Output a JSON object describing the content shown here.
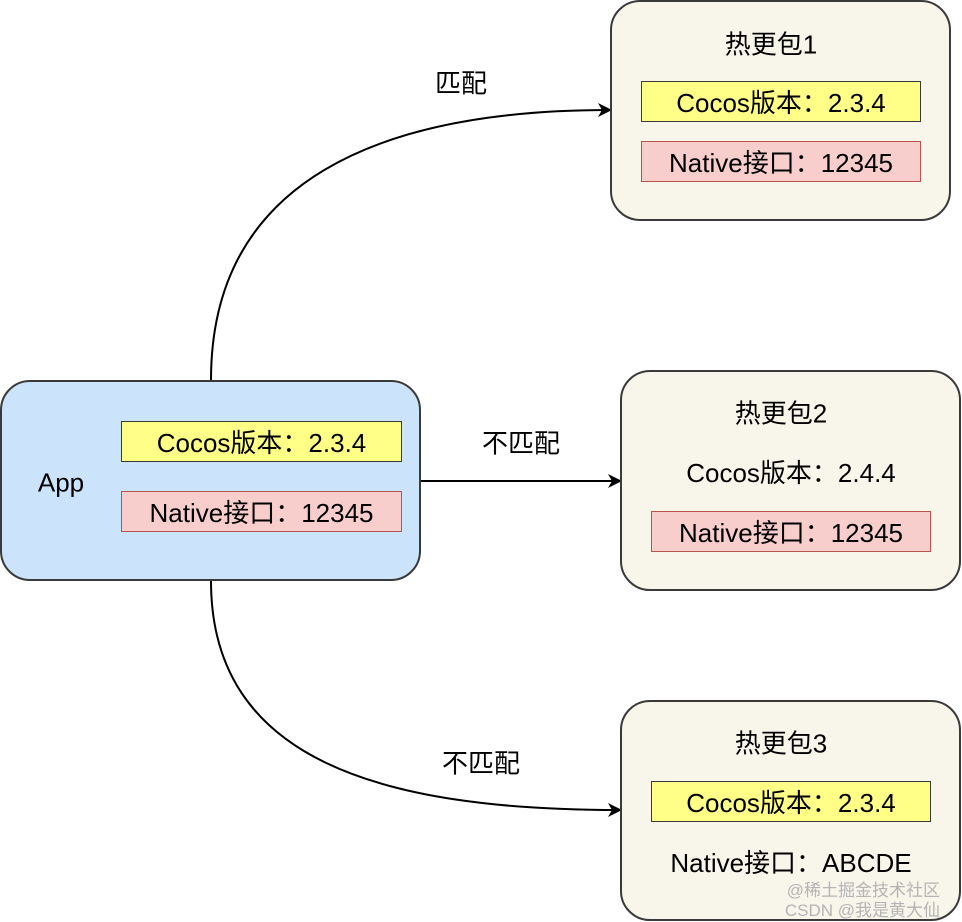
{
  "app": {
    "title": "App",
    "cocos": "Cocos版本：2.3.4",
    "native": "Native接口：12345"
  },
  "packages": [
    {
      "title": "热更包1",
      "cocos": "Cocos版本：2.3.4",
      "native": "Native接口：12345"
    },
    {
      "title": "热更包2",
      "cocos": "Cocos版本：2.4.4",
      "native": "Native接口：12345"
    },
    {
      "title": "热更包3",
      "cocos": "Cocos版本：2.3.4",
      "native": "Native接口：ABCDE"
    }
  ],
  "edges": [
    {
      "label": "匹配"
    },
    {
      "label": "不匹配"
    },
    {
      "label": "不匹配"
    }
  ],
  "watermark": {
    "line1": "@稀土掘金技术社区",
    "line2": "CSDN @我是黄大仙"
  },
  "colors": {
    "app_fill": "#cce4fb",
    "package_fill": "#f8f5ea",
    "highlight_yellow": "#ffff88",
    "highlight_pink": "#f8cecc",
    "pink_border": "#b85450"
  }
}
